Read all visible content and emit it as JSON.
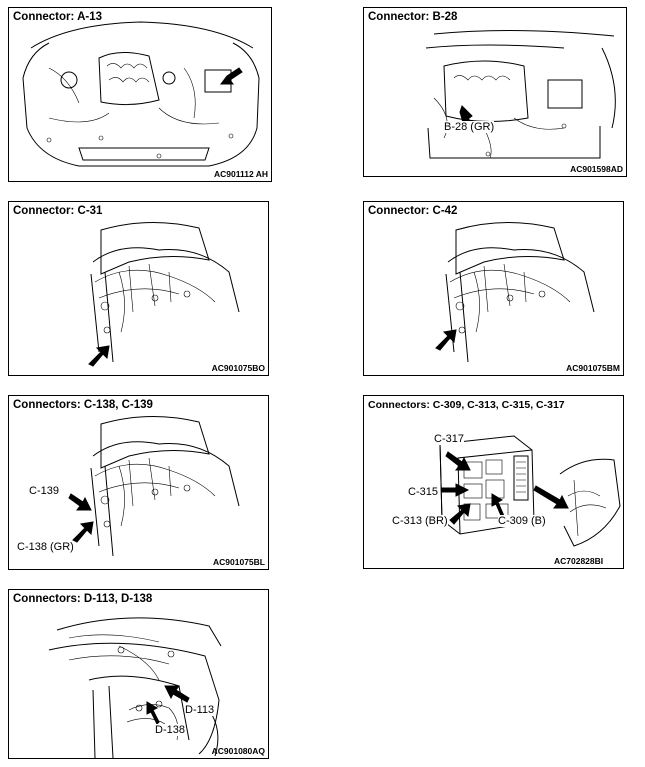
{
  "panels": [
    {
      "title": "Connector: A-13",
      "code": "AC901112 AH",
      "callouts": []
    },
    {
      "title": "Connector: B-28",
      "code": "AC901598AD",
      "callouts": [
        "B-28 (GR)"
      ]
    },
    {
      "title": "Connector: C-31",
      "code": "AC901075BO",
      "callouts": []
    },
    {
      "title": "Connector: C-42",
      "code": "AC901075BM",
      "callouts": []
    },
    {
      "title": "Connectors: C-138, C-139",
      "code": "AC901075BL",
      "callouts": [
        "C-139",
        "C-138 (GR)"
      ]
    },
    {
      "title": "Connectors: C-309, C-313, C-315, C-317",
      "code": "AC702828BI",
      "callouts": [
        "C-317",
        "C-315",
        "C-313 (BR)",
        "C-309 (B)"
      ]
    },
    {
      "title": "Connectors: D-113, D-138",
      "code": "AC901080AQ",
      "callouts": [
        "D-113",
        "D-138"
      ]
    }
  ],
  "icons": {
    "pointer": "black-arrow-icon"
  }
}
